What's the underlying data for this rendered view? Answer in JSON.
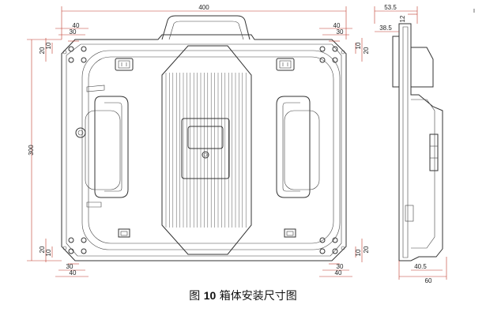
{
  "caption": {
    "figure_label": "图",
    "figure_number": "10",
    "title": "箱体安装尺寸图"
  },
  "front_view": {
    "width_label": "400",
    "height_label": "300",
    "corner_dims": {
      "outer": "40",
      "mid": "30",
      "inner": "10",
      "side": "20"
    }
  },
  "side_view": {
    "top_depth": "53.5",
    "top_small": "12",
    "top_offset": "38.5",
    "bottom_depth": "40.5",
    "bottom_total": "60",
    "corner_mark": "I"
  }
}
